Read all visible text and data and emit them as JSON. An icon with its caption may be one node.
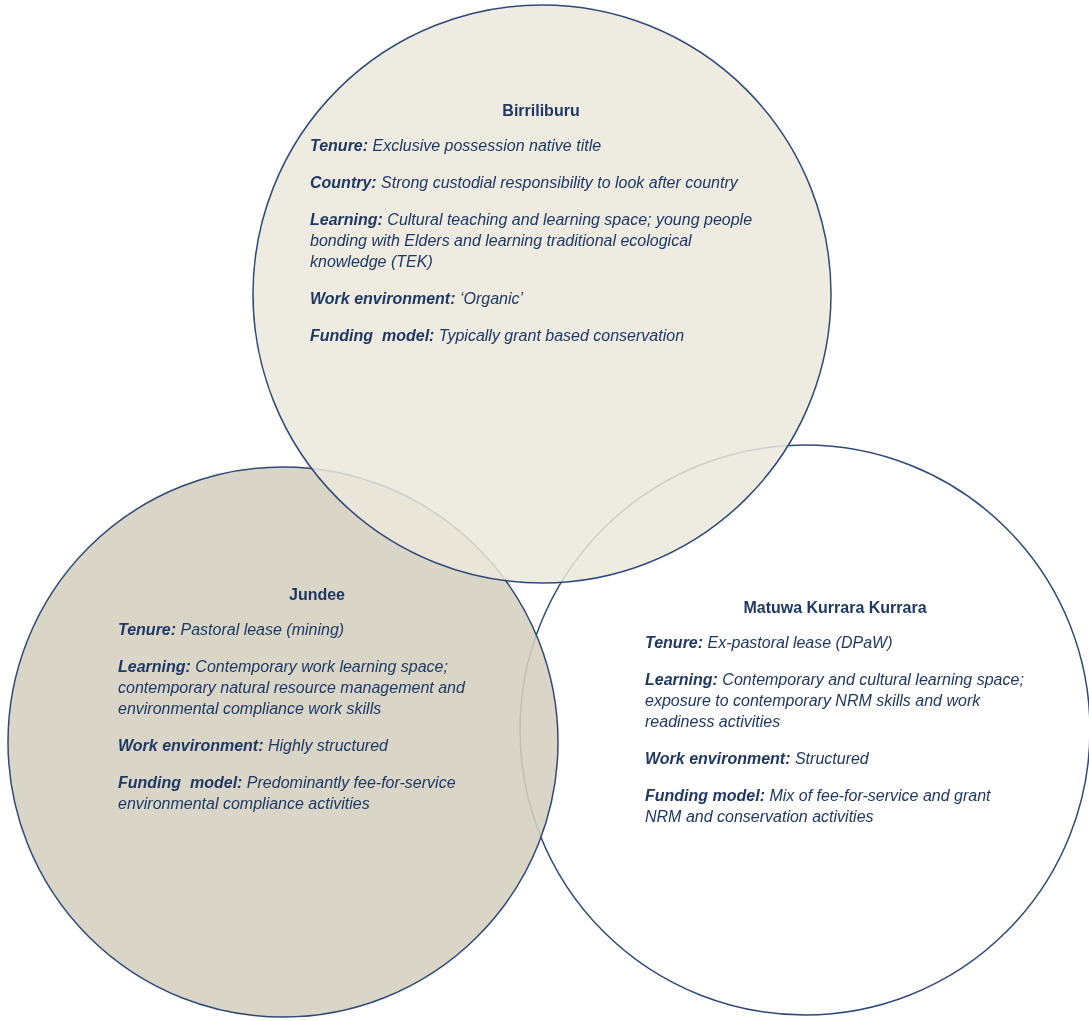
{
  "diagram": {
    "nodes": [
      {
        "text": [
          "Birriliburu",
          "**Tenure:** Exclusive possession native title",
          "**Country:** Strong custodial responsibility to look after country",
          "**Learning:** Cultural teaching and learning space; young people bonding with Elders and learning traditional ecological knowledge (TEK)",
          "**Work environment:** ‘Organic’",
          "**Funding  model:** Typically grant based conservation"
        ]
      },
      {
        "text": [
          "Jundee",
          "**Tenure:** Pastoral lease (mining)",
          "**Learning:** Contemporary work learning space; contemporary natural resource management and environmental compliance work skills",
          "**Work environment:** Highly structured",
          "**Funding  model:** Predominantly fee-for-service environmental compliance activities"
        ]
      },
      {
        "text": [
          "Matuwa Kurrara Kurrara",
          "**Tenure:** Ex-pastoral lease (DPaW)",
          "**Learning:** Contemporary and cultural learning space; exposure to contemporary NRM skills and work readiness activities",
          "**Work environment:** Structured",
          "**Funding model:** Mix of fee-for-service and grant NRM and conservation activities"
        ]
      }
    ],
    "edges": []
  }
}
